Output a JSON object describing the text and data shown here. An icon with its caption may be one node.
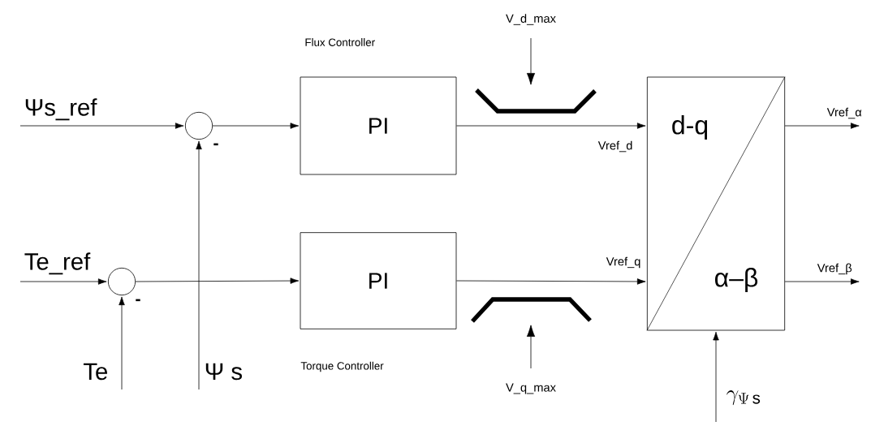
{
  "diagram": {
    "nodes": [
      {
        "text": [],
        "shape": "circle"
      },
      {
        "text": [],
        "shape": "circle"
      },
      {
        "text": [
          "PI"
        ],
        "beside": [
          "Flux Controller"
        ]
      },
      {
        "text": [
          "PI"
        ],
        "beside": [
          "Torque Controller"
        ]
      },
      {
        "text": [
          "d-q",
          "α–β"
        ]
      },
      {
        "text": [],
        "shape": "picture"
      },
      {
        "text": [],
        "shape": "picture"
      }
    ],
    "edges": [
      {
        "from": null,
        "to": 0,
        "arrow": "to",
        "label": "Ψs_ref"
      },
      {
        "from": 0,
        "to": 2,
        "arrow": "to"
      },
      {
        "from": 2,
        "to": 4,
        "arrow": "to",
        "label": "Vref_d"
      },
      {
        "from": null,
        "to": 5,
        "arrow": "to",
        "label": "V_d_max"
      },
      {
        "from": null,
        "to": 1,
        "arrow": "to",
        "label": "Te_ref"
      },
      {
        "from": null,
        "to": 1,
        "arrow": "to",
        "label": "Te"
      },
      {
        "from": null,
        "to": 0,
        "arrow": "to",
        "label": "Ψ s"
      },
      {
        "from": 1,
        "to": 3,
        "arrow": "to"
      },
      {
        "from": 3,
        "to": 4,
        "arrow": "to",
        "label": "Vref_q"
      },
      {
        "from": null,
        "to": 6,
        "arrow": "to",
        "label": "V_q_max"
      },
      {
        "from": 4,
        "to": null,
        "arrow": "to",
        "label": "Vref_α"
      },
      {
        "from": 4,
        "to": null,
        "arrow": "to",
        "label": "Vref_β"
      },
      {
        "from": null,
        "to": 4,
        "arrow": "to",
        "label": "\\gamma_{\\Psi\\,\\mathrm{s}}"
      }
    ],
    "labels": [
      "-",
      "-"
    ]
  }
}
